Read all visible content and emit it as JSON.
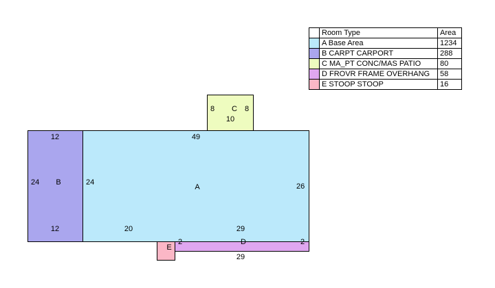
{
  "legend": {
    "header": {
      "room_type": "Room Type",
      "area": "Area"
    },
    "rows": [
      {
        "label": "A Base Area",
        "area": "1234",
        "color": "#bbe9fb"
      },
      {
        "label": "B CARPT CARPORT",
        "area": "288",
        "color": "#aaa6ee"
      },
      {
        "label": "C MA_PT CONC/MAS PATIO",
        "area": "80",
        "color": "#eefcbf"
      },
      {
        "label": "D FROVR FRAME OVERHANG",
        "area": "58",
        "color": "#dfa7f0"
      },
      {
        "label": "E STOOP STOOP",
        "area": "16",
        "color": "#fbb7c6"
      }
    ]
  },
  "rooms": {
    "a": {
      "letter": "A",
      "top": "49",
      "left": "24",
      "right": "26",
      "bottom_left": "20",
      "bottom_right": "29"
    },
    "b": {
      "letter": "B",
      "top": "12",
      "left": "24",
      "bottom": "12"
    },
    "c": {
      "letter": "C",
      "left": "8",
      "right": "8",
      "bottom": "10"
    },
    "d": {
      "letter": "D",
      "left": "2",
      "right": "2",
      "bottom": "29"
    },
    "e": {
      "letter": "E"
    }
  }
}
